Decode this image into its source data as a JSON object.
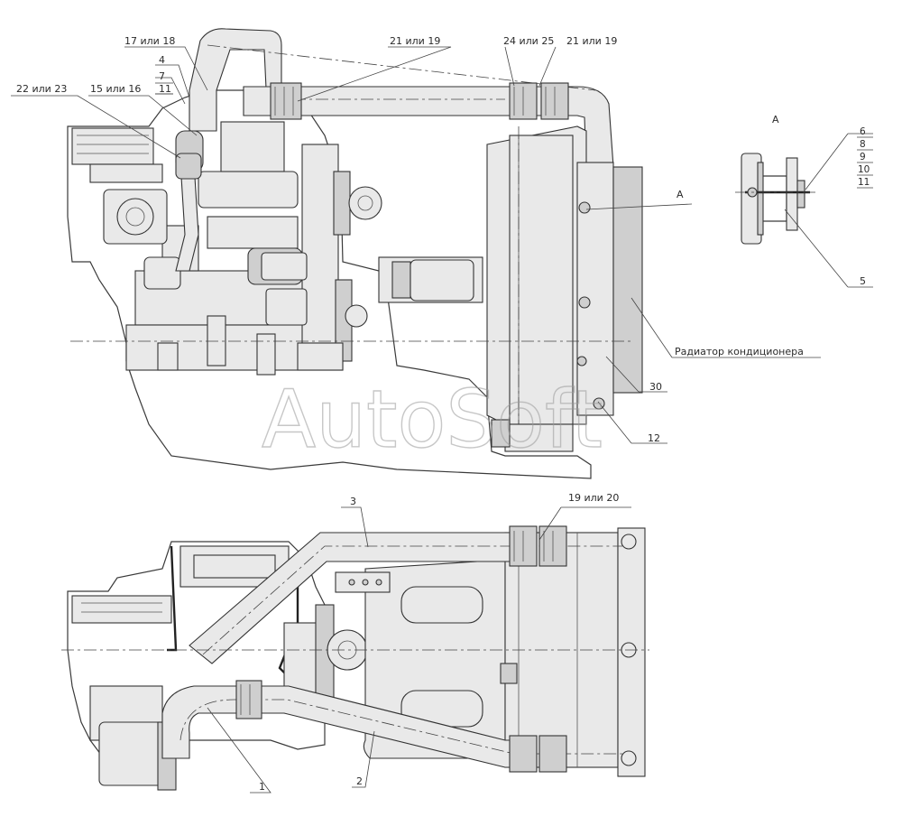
{
  "watermark": "AutoSoft",
  "view_title": "A",
  "callouts": {
    "c17_18": "17 или 18",
    "c4": "4",
    "c7": "7",
    "c11a": "11",
    "c22_23": "22 или 23",
    "c15_16": "15 или 16",
    "c21_19a": "21 или 19",
    "c24_25": "24 или 25",
    "c21_19b": "21 или 19",
    "cA": "A",
    "c6": "6",
    "c8": "8",
    "c9": "9",
    "c10": "10",
    "c11b": "11",
    "c5": "5",
    "radiator": "Радиатор кондиционера",
    "c30": "30",
    "c12": "12",
    "c3": "3",
    "c19_20": "19 или 20",
    "c1": "1",
    "c2": "2"
  }
}
